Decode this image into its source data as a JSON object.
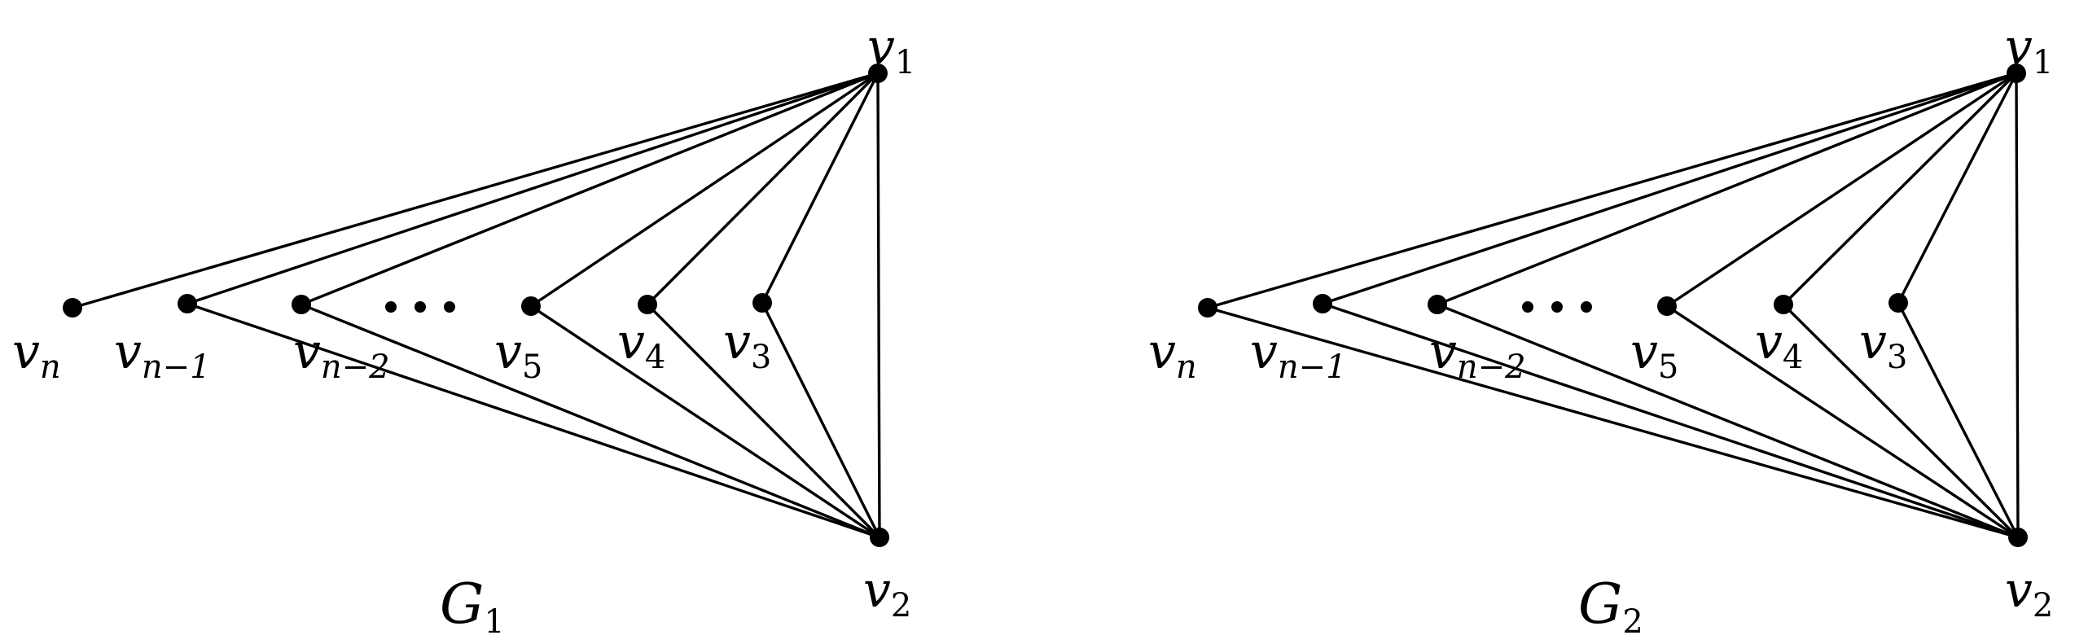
{
  "graphs": [
    {
      "id": "g1",
      "caption": {
        "base": "G",
        "sub": "1"
      },
      "vertices": {
        "v1": {
          "base": "v",
          "sub": "1"
        },
        "v2": {
          "base": "v",
          "sub": "2"
        },
        "vn": {
          "base": "v",
          "sub": "n"
        },
        "vn1": {
          "base": "v",
          "sub": "n−1"
        },
        "vn2": {
          "base": "v",
          "sub": "n−2"
        },
        "v5": {
          "base": "v",
          "sub": "5"
        },
        "v4": {
          "base": "v",
          "sub": "4"
        },
        "v3": {
          "base": "v",
          "sub": "3"
        }
      },
      "edges": [
        [
          "vn",
          "v1"
        ],
        [
          "vn1",
          "v1"
        ],
        [
          "vn2",
          "v1"
        ],
        [
          "v5",
          "v1"
        ],
        [
          "v4",
          "v1"
        ],
        [
          "v3",
          "v1"
        ],
        [
          "v1",
          "v2"
        ],
        [
          "vn1",
          "v2"
        ],
        [
          "vn2",
          "v2"
        ],
        [
          "v5",
          "v2"
        ],
        [
          "v4",
          "v2"
        ],
        [
          "v3",
          "v2"
        ]
      ]
    },
    {
      "id": "g2",
      "caption": {
        "base": "G",
        "sub": "2"
      },
      "vertices": {
        "v1": {
          "base": "v",
          "sub": "1"
        },
        "v2": {
          "base": "v",
          "sub": "2"
        },
        "vn": {
          "base": "v",
          "sub": "n"
        },
        "vn1": {
          "base": "v",
          "sub": "n−1"
        },
        "vn2": {
          "base": "v",
          "sub": "n−2"
        },
        "v5": {
          "base": "v",
          "sub": "5"
        },
        "v4": {
          "base": "v",
          "sub": "4"
        },
        "v3": {
          "base": "v",
          "sub": "3"
        }
      },
      "edges": [
        [
          "vn",
          "v1"
        ],
        [
          "vn1",
          "v1"
        ],
        [
          "vn2",
          "v1"
        ],
        [
          "v5",
          "v1"
        ],
        [
          "v4",
          "v1"
        ],
        [
          "v3",
          "v1"
        ],
        [
          "v1",
          "v2"
        ],
        [
          "vn",
          "v2"
        ],
        [
          "vn1",
          "v2"
        ],
        [
          "vn2",
          "v2"
        ],
        [
          "v5",
          "v2"
        ],
        [
          "v4",
          "v2"
        ],
        [
          "v3",
          "v2"
        ]
      ]
    }
  ]
}
